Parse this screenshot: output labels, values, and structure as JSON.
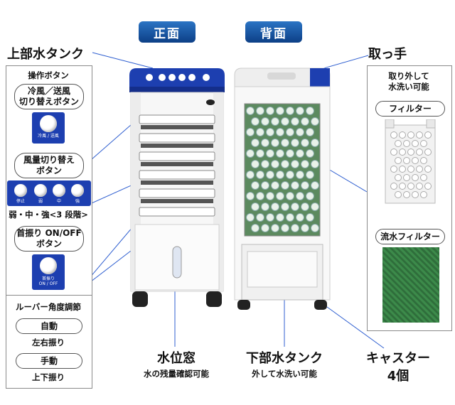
{
  "headers": {
    "front": "正面",
    "back": "背面"
  },
  "left_callouts": {
    "top_tank": "上部水タンク",
    "operation_buttons": "操作ボタン",
    "cool_fan_switch": "冷風／送風\n切り替えボタン",
    "cool_fan_panel_label": "冷風 / 送風",
    "airflow_switch": "風量切り替え\nボタン",
    "airflow_buttons": [
      "停止",
      "弱",
      "中",
      "強"
    ],
    "airflow_levels": "弱・中・強<3 段階>",
    "swing_button": "首振り ON/OFF\nボタン",
    "swing_panel_label": "首振り\nON / OFF",
    "louver": "ルーバー角度調節",
    "auto": "自動",
    "auto_desc": "左右振り",
    "manual": "手動",
    "manual_desc": "上下振り"
  },
  "bottom_callouts": {
    "water_window": "水位窓",
    "water_window_desc": "水の残量確認可能",
    "bottom_tank": "下部水タンク",
    "bottom_tank_desc": "外して水洗い可能",
    "caster": "キャスター",
    "caster_count": "4個"
  },
  "right_callouts": {
    "handle": "取っ手",
    "removable": "取り外して\n水洗い可能",
    "filter": "フィルター",
    "water_filter": "流水フィルター"
  },
  "colors": {
    "brand_blue": "#1d3fb0",
    "badge_blue": "#1b5aa8",
    "line_blue": "#2f5fd0",
    "filter_green": "#3c8a4a"
  }
}
